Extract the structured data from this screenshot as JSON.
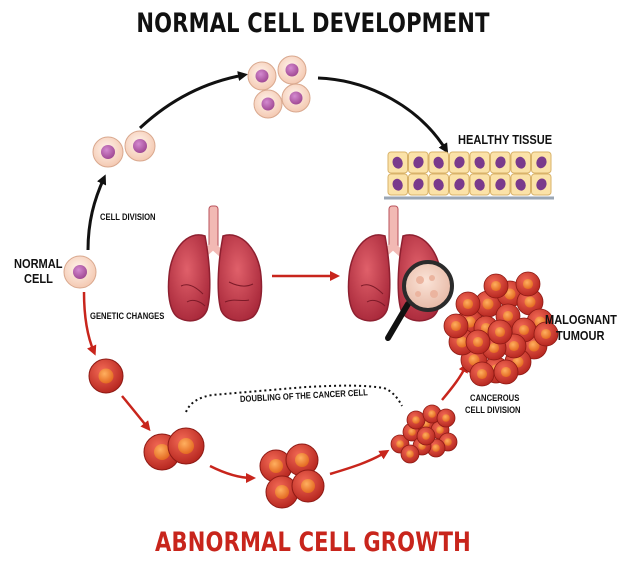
{
  "titles": {
    "top": "NORMAL CELL DEVELOPMENT",
    "bottom": "ABNORMAL CELL GROWTH"
  },
  "labels": {
    "healthy_tissue": "HEALTHY TISSUE",
    "cell_division": "CELL DIVISION",
    "normal_cell_1": "NORMAL",
    "normal_cell_2": "CELL",
    "genetic_changes": "GENETIC CHANGES",
    "doubling": "DOUBLING OF THE CANCER CELL",
    "cancerous_1": "CANCEROUS",
    "cancerous_2": "CELL DIVISION",
    "tumour_1": "MALOGNANT",
    "tumour_2": "TUMOUR"
  },
  "colors": {
    "normal_cell_fill": "#f8dcc8",
    "normal_nucleus": "#b0549e",
    "cancer_cell_fill": "#e2463a",
    "cancer_nucleus": "#f08a3c",
    "lung": "#c9404a",
    "arrow_dark": "#111111",
    "arrow_red": "#c8251c",
    "tissue_fill": "#fbe2a8",
    "tissue_nucleus": "#7a3a8c"
  }
}
